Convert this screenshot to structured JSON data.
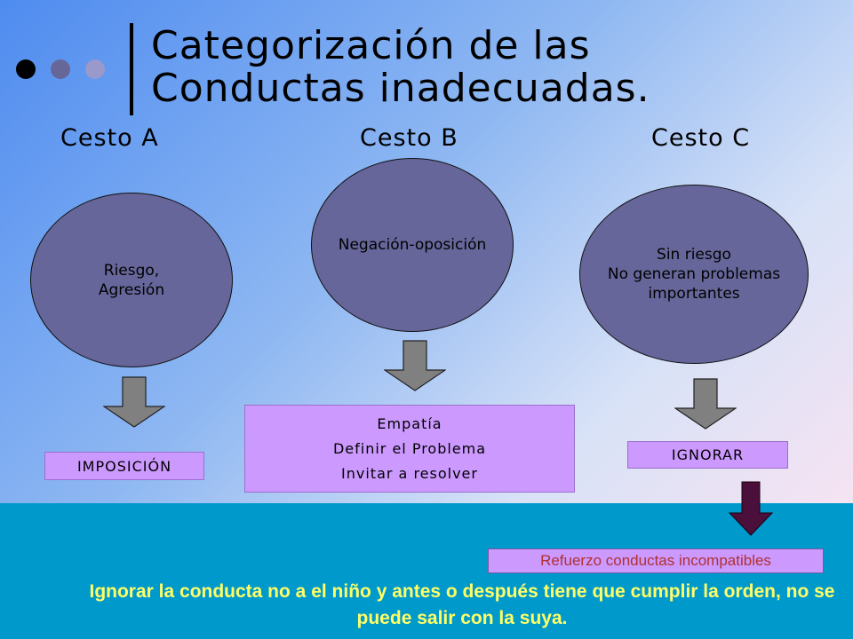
{
  "title": {
    "line1": "Categorización de las",
    "line2": "Conductas inadecuadas."
  },
  "decoration": {
    "dot_colors": [
      "#000000",
      "#666699",
      "#9999cc"
    ]
  },
  "baskets": [
    {
      "label": "Cesto A",
      "circle_text": "Riesgo,\nAgresión",
      "result": [
        "IMPOSICIÓN"
      ]
    },
    {
      "label": "Cesto B",
      "circle_text": "Negación-oposición",
      "result": [
        "Empatía",
        "Definir el Problema",
        "Invitar a resolver"
      ]
    },
    {
      "label": "Cesto C",
      "circle_text": "Sin riesgo\nNo generan problemas\nimportantes",
      "result": [
        "IGNORAR"
      ]
    }
  ],
  "refuerzo": "Refuerzo conductas incompatibles",
  "note": "Ignorar la conducta no a el niño y antes o después tiene que cumplir la orden, no se puede salir con la suya.",
  "colors": {
    "circle_fill": "#66669a",
    "result_box": "#cc99ff",
    "arrow_gray": "#808080",
    "arrow_dark": "#4a0f3a",
    "bottom_band": "#0099cc",
    "note_text": "#ffff66",
    "refuerzo_text": "#b03030"
  }
}
